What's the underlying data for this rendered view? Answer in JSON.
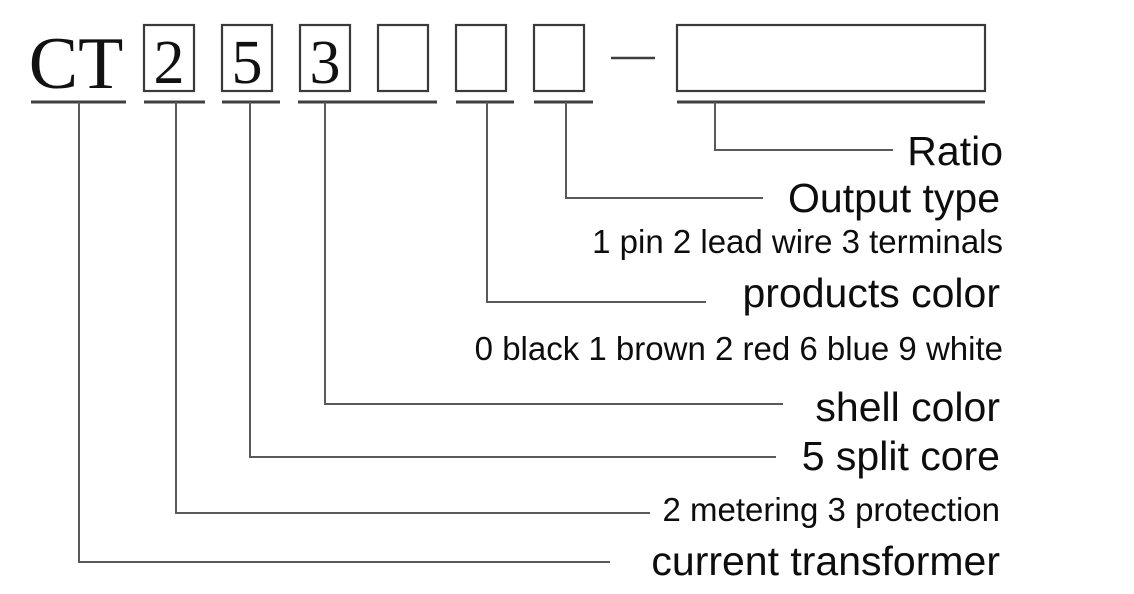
{
  "diagram": {
    "title": "CT part number designation",
    "accent_color": "#3a3a3a",
    "leader_color": "#595959",
    "background": "#ffffff",
    "prefix": {
      "text": "CT",
      "name": "prefix-ct"
    },
    "separator": {
      "symbol": "—",
      "name": "hyphen-separator"
    },
    "code_positions": [
      {
        "key": "series_metering",
        "value": "2",
        "filled": true,
        "width": "narrow"
      },
      {
        "key": "core_type",
        "value": "5",
        "filled": true,
        "width": "narrow"
      },
      {
        "key": "shell_color",
        "value": "3",
        "filled": true,
        "width": "narrow"
      },
      {
        "key": "blank_four",
        "value": "",
        "filled": false,
        "width": "narrow"
      },
      {
        "key": "products_color",
        "value": "",
        "filled": false,
        "width": "narrow"
      },
      {
        "key": "output_type",
        "value": "",
        "filled": false,
        "width": "narrow"
      },
      {
        "key": "ratio",
        "value": "",
        "filled": false,
        "width": "wide"
      }
    ],
    "callouts": [
      {
        "id": "ratio",
        "label": "Ratio",
        "size": "big",
        "align": "right",
        "legend": null
      },
      {
        "id": "output-type",
        "label": "Output type",
        "size": "big",
        "align": "right",
        "legend": "1 pin 2 lead wire 3 terminals"
      },
      {
        "id": "products-color",
        "label": "products color",
        "size": "big",
        "align": "right",
        "legend": "0 black 1 brown 2 red 6 blue 9 white"
      },
      {
        "id": "shell-color",
        "label": "shell color",
        "size": "big",
        "align": "right",
        "legend": null
      },
      {
        "id": "split-core",
        "label": "5 split core",
        "size": "big",
        "align": "right",
        "legend": null
      },
      {
        "id": "metering-protection",
        "label": "2 metering   3 protection",
        "size": "small",
        "align": "right",
        "legend": null
      },
      {
        "id": "current-transformer",
        "label": "current transformer",
        "size": "big",
        "align": "right",
        "legend": null
      }
    ]
  }
}
